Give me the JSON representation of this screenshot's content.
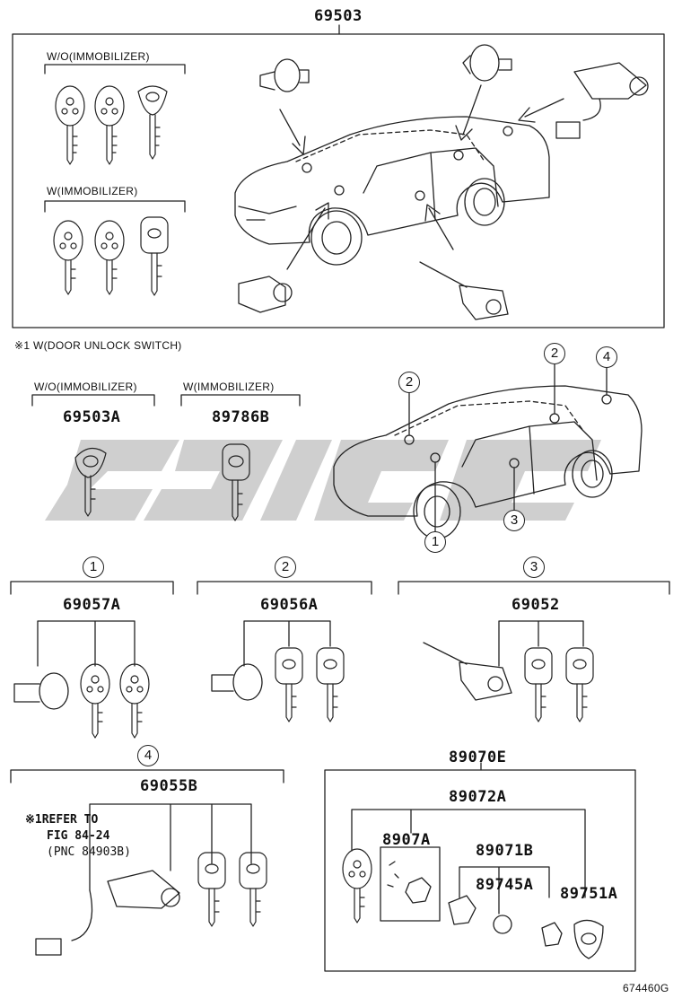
{
  "header": {
    "top_part_number": "69503"
  },
  "kit_box": {
    "wo_immobilizer_label": "W/O(IMMOBILIZER)",
    "w_immobilizer_label": "W(IMMOBILIZER)"
  },
  "footnote": "※1 W(DOOR UNLOCK SWITCH)",
  "key_blanks": [
    {
      "group_label": "W/O(IMMOBILIZER)",
      "part_number": "69503A"
    },
    {
      "group_label": "W(IMMOBILIZER)",
      "part_number": "89786B"
    }
  ],
  "car_callouts": [
    "2",
    "2",
    "4",
    "1",
    "3"
  ],
  "sets": [
    {
      "callout": "1",
      "part_number": "69057A"
    },
    {
      "callout": "2",
      "part_number": "69056A"
    },
    {
      "callout": "3",
      "part_number": "69052"
    },
    {
      "callout": "4",
      "part_number": "69055B"
    }
  ],
  "refer_note": {
    "line1": "※1REFER TO",
    "line2": "FIG 84-24",
    "line3": "(PNC 84903B)"
  },
  "transmitter": {
    "part_number": "89070E",
    "housing_pn": "89072A",
    "board_pn": "8907A",
    "case_pn": "89071B",
    "battery_pn": "89745A",
    "cover_pn": "89751A"
  },
  "figure_id": "674460G",
  "colors": {
    "line": "#222222",
    "watermark": "#c8c8c8"
  }
}
